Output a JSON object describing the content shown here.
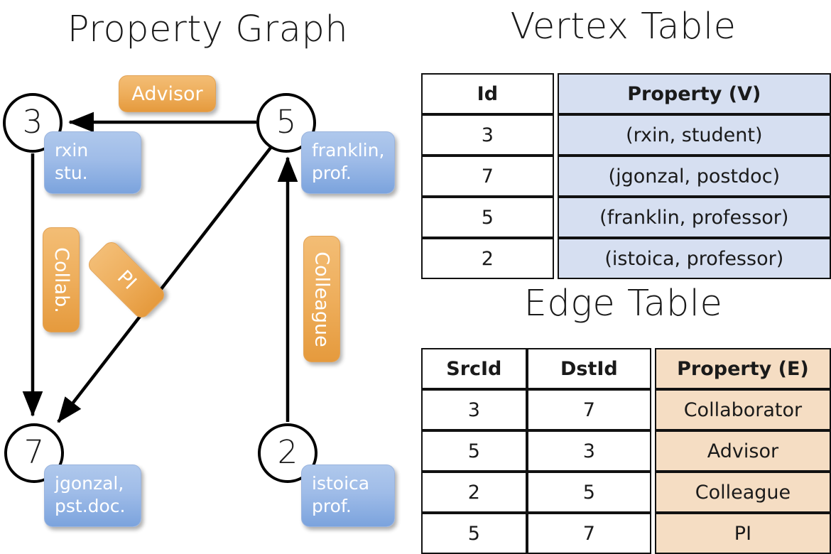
{
  "titles": {
    "property_graph": "Property Graph",
    "vertex_table": "Vertex Table",
    "edge_table": "Edge Table"
  },
  "colors": {
    "vertex_property_fill": "#d6dff1",
    "edge_property_fill": "#f5ddc3",
    "vertex_box_blue": "#7ba3dd",
    "edge_label_orange": "#eeae5c",
    "stroke": "#111111",
    "background": "#ffffff"
  },
  "graph": {
    "nodes": [
      {
        "id": "3",
        "label": "3",
        "property_lines": [
          "rxin",
          "stu."
        ]
      },
      {
        "id": "5",
        "label": "5",
        "property_lines": [
          "franklin,",
          "prof."
        ]
      },
      {
        "id": "7",
        "label": "7",
        "property_lines": [
          "jgonzal,",
          "pst.doc."
        ]
      },
      {
        "id": "2",
        "label": "2",
        "property_lines": [
          "istoica",
          "prof."
        ]
      }
    ],
    "edge_labels": [
      {
        "name": "advisor",
        "text": "Advisor",
        "orientation": "horizontal"
      },
      {
        "name": "collab",
        "text": "Collab.",
        "orientation": "vertical"
      },
      {
        "name": "pi",
        "text": "PI",
        "orientation": "diagonal"
      },
      {
        "name": "colleague",
        "text": "Colleague",
        "orientation": "vertical"
      }
    ],
    "edges": [
      {
        "src": "5",
        "dst": "3",
        "label": "Advisor"
      },
      {
        "src": "3",
        "dst": "7",
        "label": "Collab."
      },
      {
        "src": "5",
        "dst": "7",
        "label": "PI"
      },
      {
        "src": "2",
        "dst": "5",
        "label": "Colleague"
      }
    ]
  },
  "vertex_table": {
    "headers": [
      "Id",
      "Property (V)"
    ],
    "rows": [
      {
        "id": "3",
        "property": "(rxin, student)"
      },
      {
        "id": "7",
        "property": "(jgonzal, postdoc)"
      },
      {
        "id": "5",
        "property": "(franklin, professor)"
      },
      {
        "id": "2",
        "property": "(istoica, professor)"
      }
    ]
  },
  "edge_table": {
    "headers": [
      "SrcId",
      "DstId",
      "Property (E)"
    ],
    "rows": [
      {
        "src": "3",
        "dst": "7",
        "property": "Collaborator"
      },
      {
        "src": "5",
        "dst": "3",
        "property": "Advisor"
      },
      {
        "src": "2",
        "dst": "5",
        "property": "Colleague"
      },
      {
        "src": "5",
        "dst": "7",
        "property": "PI"
      }
    ]
  }
}
